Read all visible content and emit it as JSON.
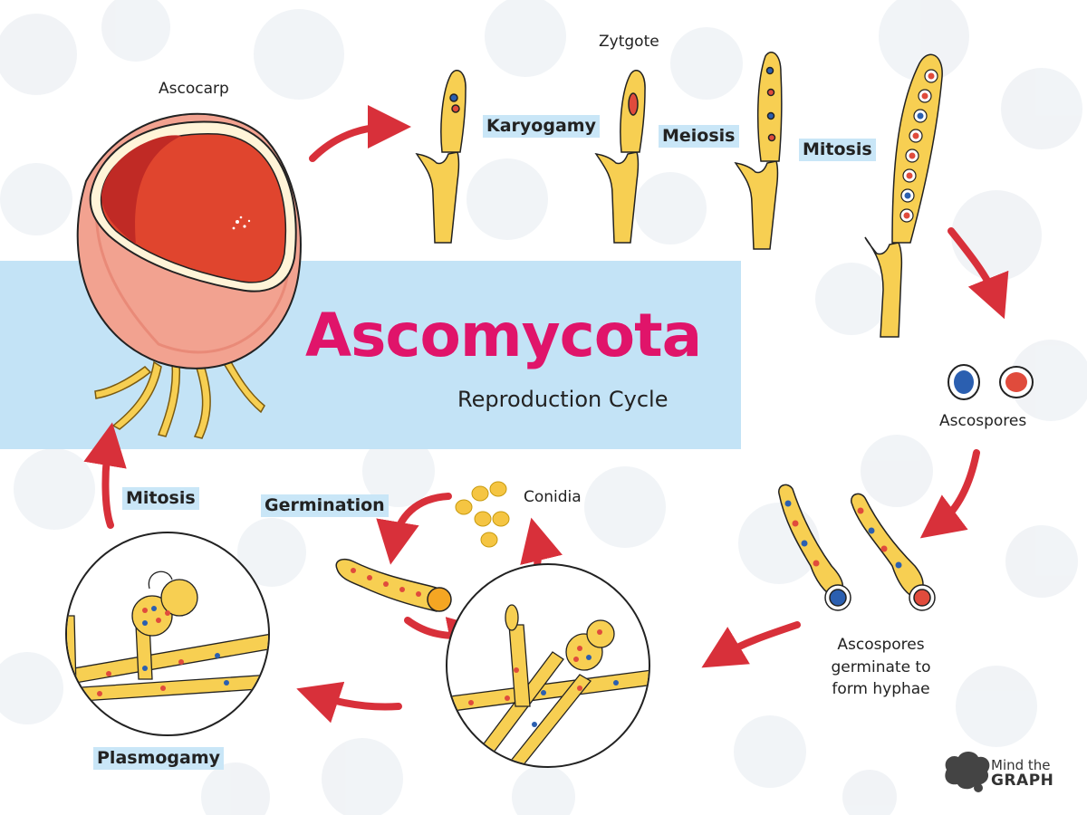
{
  "title": "Ascomycota",
  "subtitle": "Reproduction Cycle",
  "labels": {
    "ascocarp": "Ascocarp",
    "zytgote": "Zytgote",
    "karyogamy": "Karyogamy",
    "meiosis": "Meiosis",
    "mitosis_top": "Mitosis",
    "ascospores": "Ascospores",
    "germinate_line1": "Ascospores",
    "germinate_line2": "germinate to",
    "germinate_line3": "form hyphae",
    "conidia": "Conidia",
    "germination": "Germination",
    "mitosis_left": "Mitosis",
    "plasmogamy": "Plasmogamy"
  },
  "logo": {
    "line1": "Mind the",
    "line2": "GRAPH"
  },
  "colors": {
    "title": "#e0146a",
    "banner": "#c3e3f6",
    "arrow": "#d8303a",
    "hypha": "#f7cf52",
    "nucleus_red": "#e04b3c",
    "nucleus_blue": "#2b5fb0",
    "ascocarp_outer": "#f2a290",
    "ascocarp_inner": "#e0452e"
  }
}
